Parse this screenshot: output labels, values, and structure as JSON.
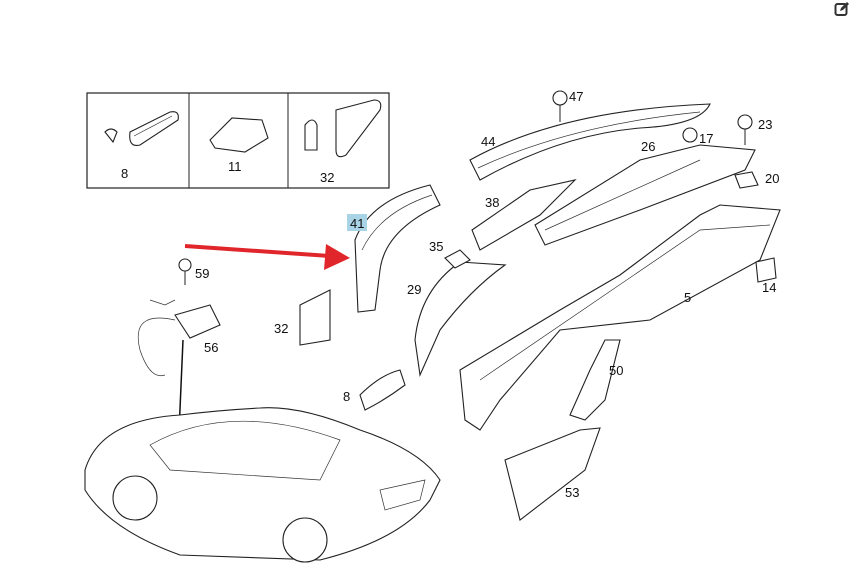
{
  "toolbar": {
    "edit_icon": "edit-icon"
  },
  "diagram": {
    "highlight_color": "#a8d4e6",
    "arrow_color": "#e0262a",
    "highlighted_part": "41",
    "inset_labels": [
      "8",
      "11",
      "32"
    ],
    "labels": {
      "p47": "47",
      "p17": "17",
      "p23": "23",
      "p44": "44",
      "p26": "26",
      "p20": "20",
      "p38": "38",
      "p35": "35",
      "p29": "29",
      "p5": "5",
      "p14": "14",
      "p59": "59",
      "p56": "56",
      "p32": "32",
      "p8": "8",
      "p50": "50",
      "p53": "53"
    }
  }
}
